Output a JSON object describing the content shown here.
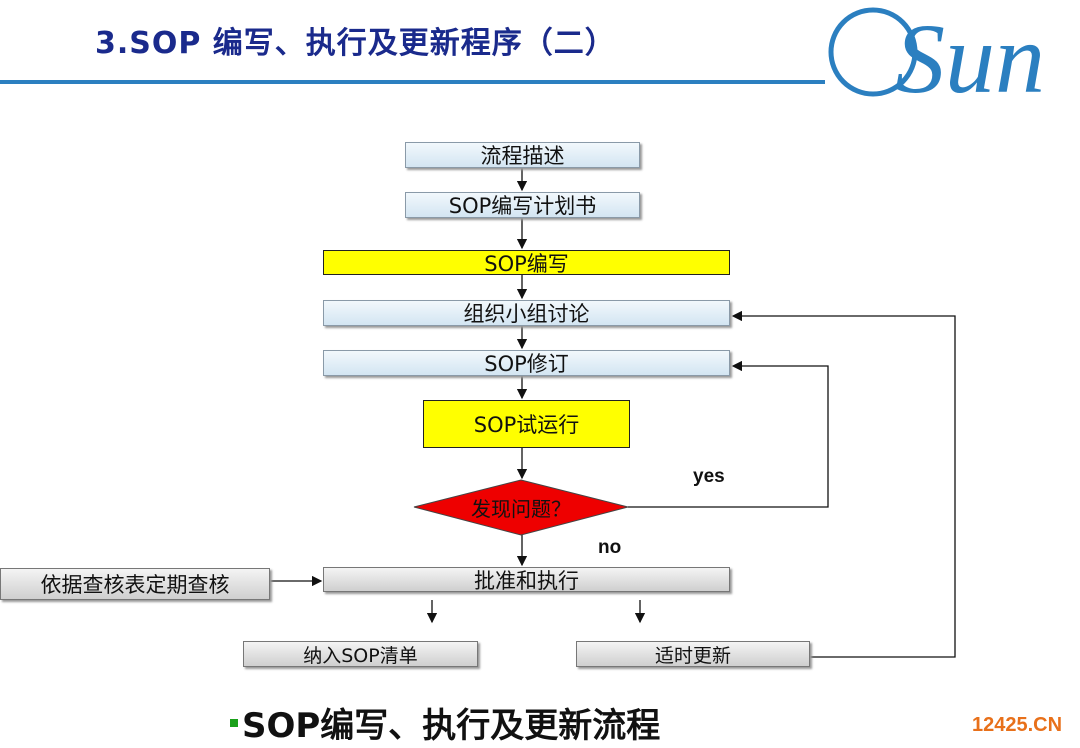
{
  "header": {
    "title": "3.SOP 编写、执行及更新程序（二）",
    "logo_text": "Sun"
  },
  "flow": {
    "step1": "流程描述",
    "step2": "SOP编写计划书",
    "step3": "SOP编写",
    "step4": "组织小组讨论",
    "step5": "SOP修订",
    "step6": "SOP试运行",
    "decision": "发现问题？",
    "yes": "yes",
    "no": "no",
    "step7": "批准和执行",
    "side": "依据查核表定期查核",
    "out1": "纳入SOP清单",
    "out2": "适时更新"
  },
  "caption": "SOP编写、执行及更新流程",
  "watermark": "12425.CN",
  "colors": {
    "title": "#1a2a8c",
    "rule": "#2b7fc0",
    "highlight": "#ffff00",
    "decision": "#ff0000"
  }
}
